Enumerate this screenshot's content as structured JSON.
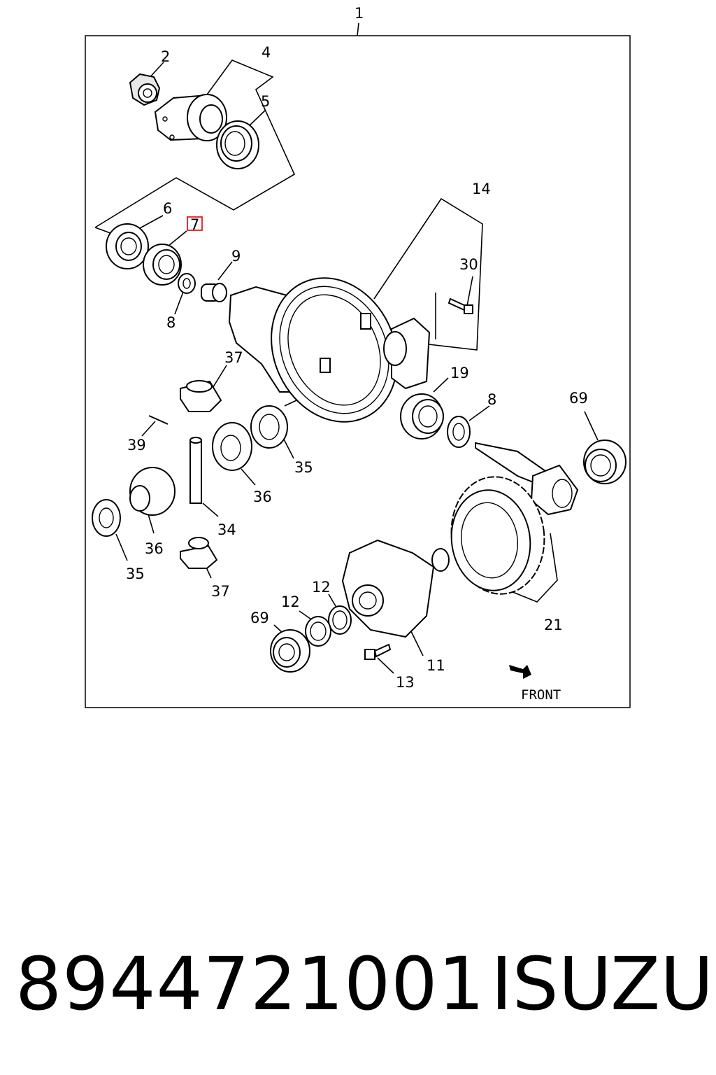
{
  "callouts": {
    "c1": "1",
    "c2": "2",
    "c4": "4",
    "c5": "5",
    "c6": "6",
    "c7": "7",
    "c8a": "8",
    "c8b": "8",
    "c9": "9",
    "c14": "14",
    "c30": "30",
    "c19": "19",
    "c69a": "69",
    "c69b": "69",
    "c37a": "37",
    "c37b": "37",
    "c39": "39",
    "c35a": "35",
    "c35b": "35",
    "c36a": "36",
    "c36b": "36",
    "c34": "34",
    "c21": "21",
    "c12a": "12",
    "c12b": "12",
    "c11": "11",
    "c13": "13"
  },
  "highlighted_callout": "7",
  "front_label": "FRONT",
  "footer": {
    "part_number": "8944721001",
    "brand": "ISUZU"
  },
  "colors": {
    "line": "#000000",
    "highlight": "#e00000",
    "background": "#ffffff"
  }
}
